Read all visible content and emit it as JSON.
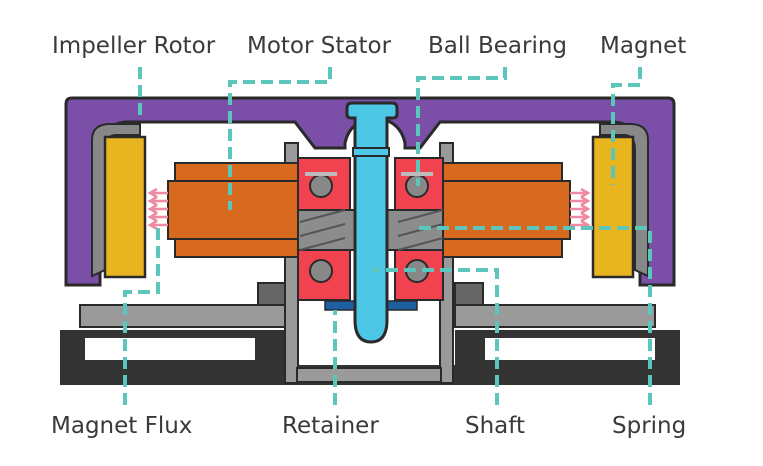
{
  "labels": {
    "impeller_rotor": "Impeller Rotor",
    "motor_stator": "Motor Stator",
    "ball_bearing": "Ball Bearing",
    "magnet": "Magnet",
    "magnet_flux": "Magnet Flux",
    "retainer": "Retainer",
    "shaft": "Shaft",
    "spring": "Spring"
  },
  "colors": {
    "impeller_rotor": "#7b4fa8",
    "motor_stator": "#d76a1f",
    "magnet": "#e8b41f",
    "ball_bearing_housing": "#f0434f",
    "shaft": "#4ec6e6",
    "spring": "#8c8c8c",
    "base": "#333333",
    "base_plate": "#9a9a9a",
    "leader_line": "#5cc6bd",
    "flux_arrow": "#f08aa0",
    "outline": "#2a2a2a"
  }
}
